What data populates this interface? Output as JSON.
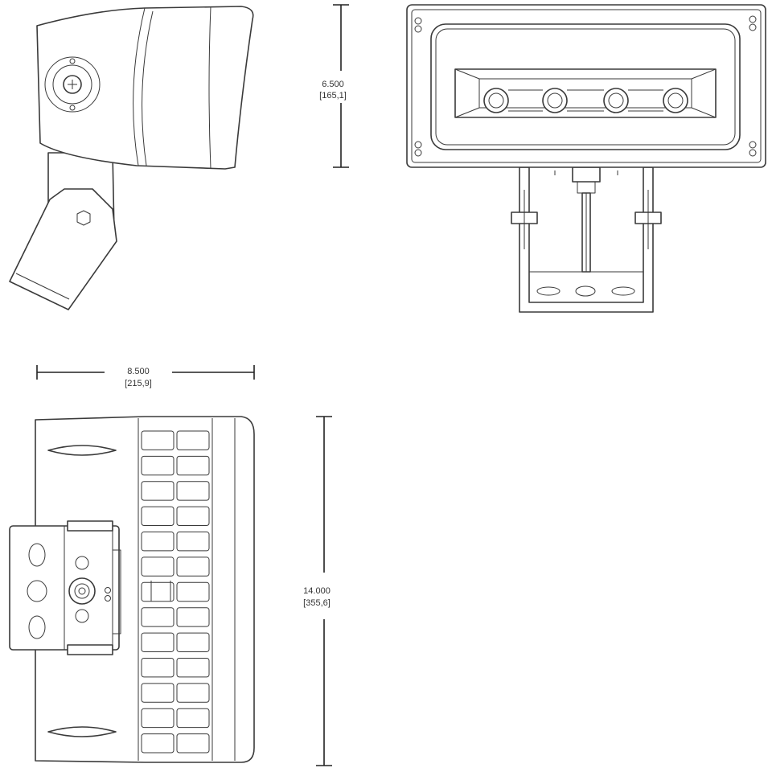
{
  "dimensions": {
    "height": {
      "inches": "6.500",
      "mm": "[165,1]"
    },
    "depth": {
      "inches": "8.500",
      "mm": "[215,9]"
    },
    "width": {
      "inches": "14.000",
      "mm": "[355,6]"
    }
  },
  "colors": {
    "line": "#3a3a3a",
    "background": "#ffffff",
    "shade": "#ececec"
  }
}
